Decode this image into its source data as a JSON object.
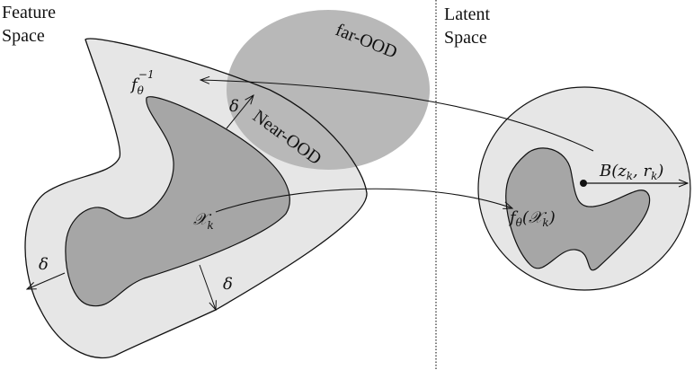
{
  "labels": {
    "feature_space_line1": "Feature",
    "feature_space_line2": "Space",
    "latent_space_line1": "Latent",
    "latent_space_line2": "Space",
    "far_ood": "far-OOD",
    "near_ood": "Near-OOD"
  },
  "math": {
    "inverse_map": "f",
    "inverse_map_sub": "θ",
    "inverse_map_sup": "−1",
    "class_region": "𝒳",
    "class_region_sub": "k",
    "delta": "δ",
    "mapped_region_f": "f",
    "mapped_region_sub": "θ",
    "mapped_region_arg": "(𝒳",
    "mapped_region_arg_sub": "k",
    "mapped_region_close": ")",
    "ball": "B(z",
    "ball_sub1": "k",
    "ball_mid": ", r",
    "ball_sub2": "k",
    "ball_close": ")"
  },
  "colors": {
    "light_region": "#e6e6e6",
    "dark_region": "#a6a6a6",
    "far_ood": "#b8b8b8"
  }
}
